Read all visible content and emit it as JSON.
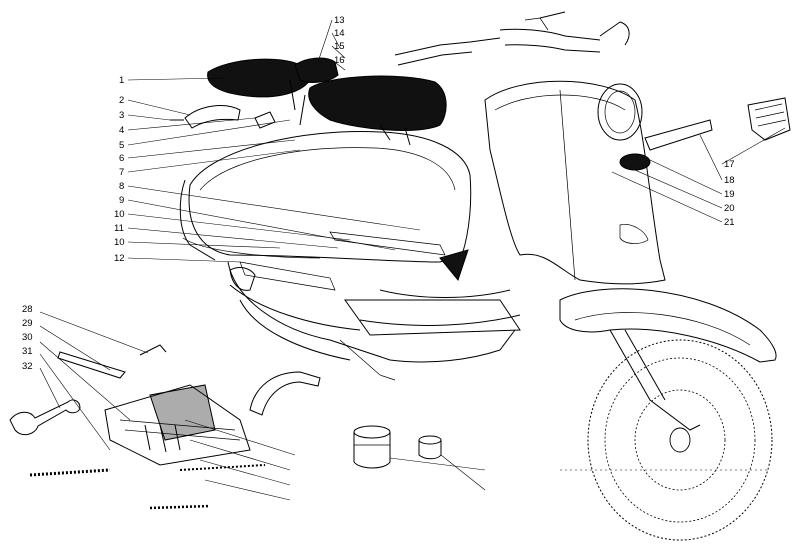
{
  "callouts": [
    {
      "id": "c1",
      "text": "1"
    },
    {
      "id": "c2",
      "text": "2"
    },
    {
      "id": "c3",
      "text": "3"
    },
    {
      "id": "c4",
      "text": "4"
    },
    {
      "id": "c5",
      "text": "5"
    },
    {
      "id": "c6",
      "text": "6"
    },
    {
      "id": "c7",
      "text": "7"
    },
    {
      "id": "c8",
      "text": "8"
    },
    {
      "id": "c9",
      "text": "9"
    },
    {
      "id": "c10a",
      "text": "10"
    },
    {
      "id": "c11",
      "text": "11"
    },
    {
      "id": "c10b",
      "text": "10"
    },
    {
      "id": "c12",
      "text": "12"
    },
    {
      "id": "c13",
      "text": "13"
    },
    {
      "id": "c14",
      "text": "14"
    },
    {
      "id": "c15",
      "text": "15"
    },
    {
      "id": "c16",
      "text": "16"
    },
    {
      "id": "c17",
      "text": "17"
    },
    {
      "id": "c18",
      "text": "18"
    },
    {
      "id": "c19",
      "text": "19"
    },
    {
      "id": "c20",
      "text": "20"
    },
    {
      "id": "c21",
      "text": "21"
    },
    {
      "id": "c28",
      "text": "28"
    },
    {
      "id": "c29",
      "text": "29"
    },
    {
      "id": "c30",
      "text": "30"
    },
    {
      "id": "c31",
      "text": "31"
    },
    {
      "id": "c32",
      "text": "32"
    }
  ]
}
